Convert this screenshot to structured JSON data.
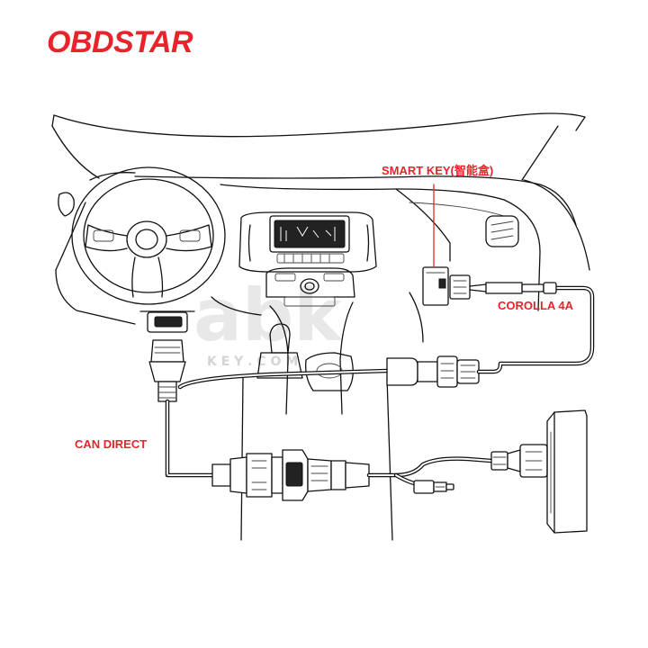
{
  "brand": {
    "logo_text": "OBDSTAR",
    "color": "#e8232a"
  },
  "watermark": {
    "big": "abk",
    "small": "K E Y . C O M"
  },
  "labels": {
    "smart_key": "SMART KEY(智能盒)",
    "corolla": "COROLLA 4A",
    "can_direct": "CAN DIRECT"
  },
  "colors": {
    "label_red": "#e8232a",
    "line": "#111111"
  }
}
